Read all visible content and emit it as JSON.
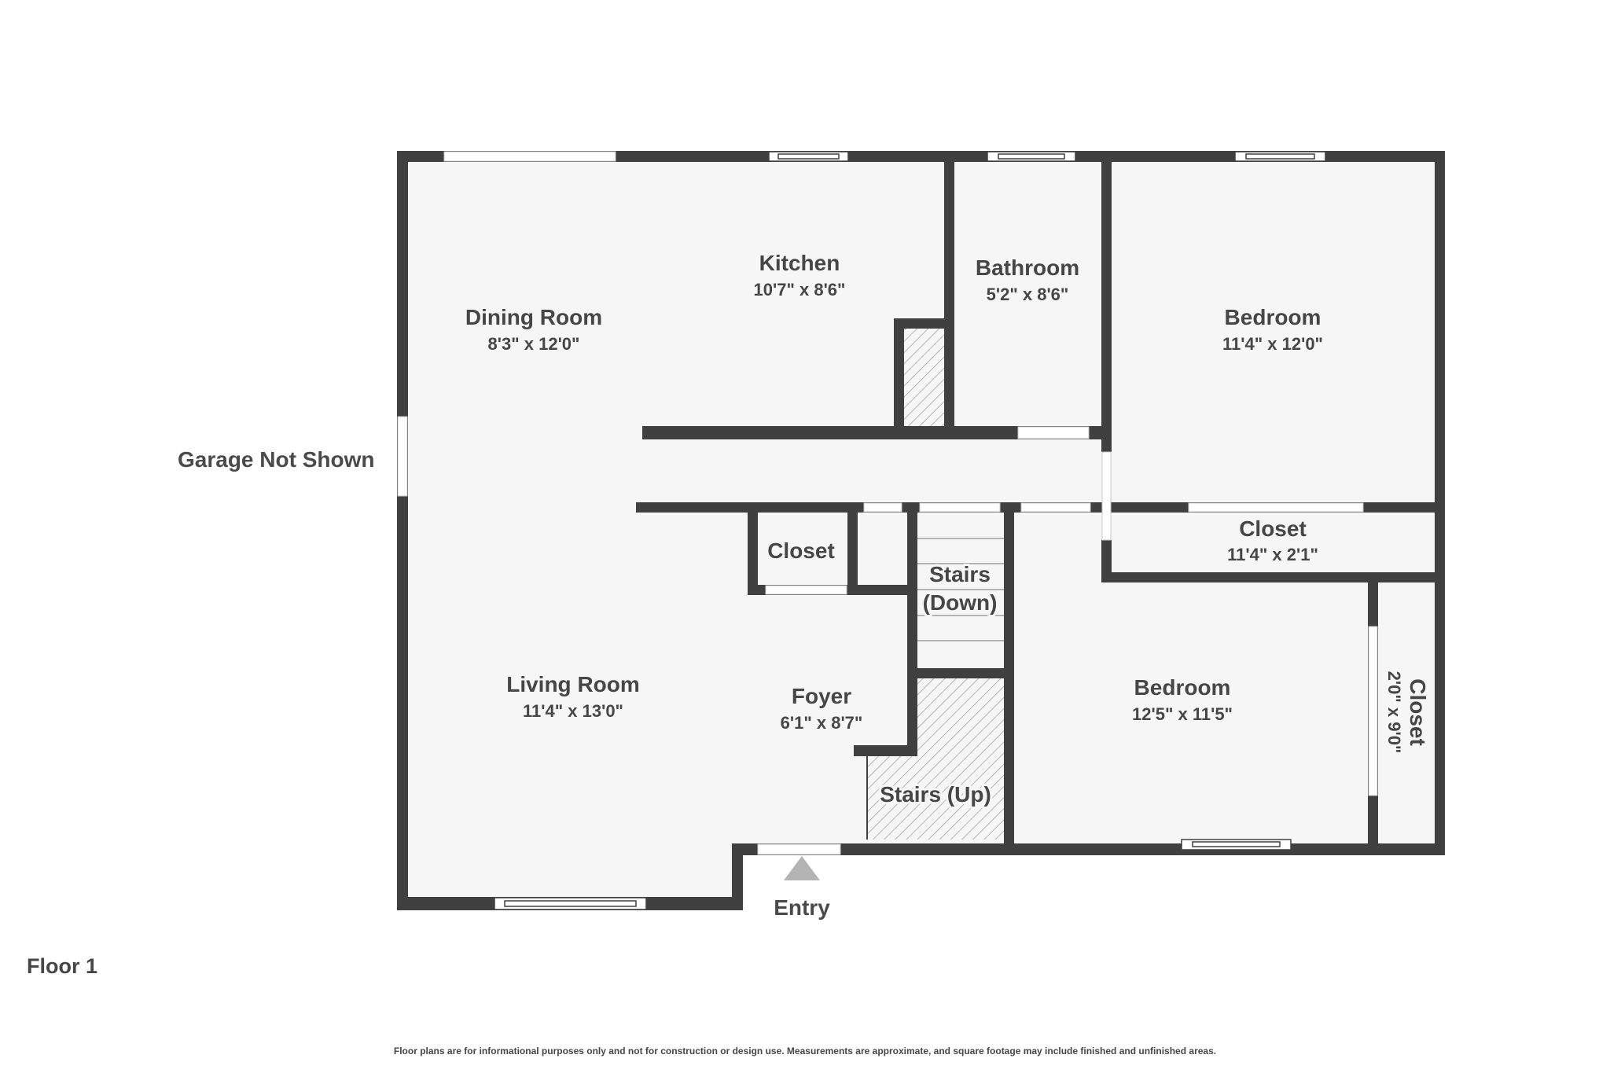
{
  "floor_label": "Floor 1",
  "outside_labels": {
    "garage": "Garage Not Shown",
    "entry": "Entry"
  },
  "rooms": {
    "dining_room": {
      "name": "Dining Room",
      "dimensions": "8'3\" x 12'0\""
    },
    "kitchen": {
      "name": "Kitchen",
      "dimensions": "10'7\" x 8'6\""
    },
    "bathroom": {
      "name": "Bathroom",
      "dimensions": "5'2\" x 8'6\""
    },
    "bedroom_1": {
      "name": "Bedroom",
      "dimensions": "11'4\" x 12'0\""
    },
    "closet_hall": {
      "name": "Closet"
    },
    "stairs_down": {
      "name_line1": "Stairs",
      "name_line2": "(Down)"
    },
    "closet_bedroom_1": {
      "name": "Closet",
      "dimensions": "11'4\" x 2'1\""
    },
    "living_room": {
      "name": "Living Room",
      "dimensions": "11'4\" x 13'0\""
    },
    "foyer": {
      "name": "Foyer",
      "dimensions": "6'1\" x 8'7\""
    },
    "stairs_up": {
      "name": "Stairs (Up)"
    },
    "bedroom_2": {
      "name": "Bedroom",
      "dimensions": "12'5\" x 11'5\""
    },
    "closet_bedroom_2": {
      "name": "Closet",
      "dimensions": "2'0\" x 9'0\""
    }
  },
  "disclaimer": "Floor plans are for informational purposes only and not for construction or design use. Measurements are approximate, and square footage may include finished and unfinished areas.",
  "colors": {
    "wall": "#404040",
    "floor": "#f6f6f6",
    "text": "#464646",
    "entry_arrow": "#b4b4b4"
  }
}
